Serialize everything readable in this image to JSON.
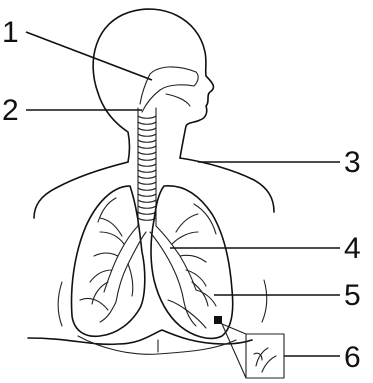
{
  "diagram": {
    "labels": [
      {
        "id": "label-1",
        "text": "1"
      },
      {
        "id": "label-2",
        "text": "2"
      },
      {
        "id": "label-3",
        "text": "3"
      },
      {
        "id": "label-4",
        "text": "4"
      },
      {
        "id": "label-5",
        "text": "5"
      },
      {
        "id": "label-6",
        "text": "6"
      }
    ]
  }
}
